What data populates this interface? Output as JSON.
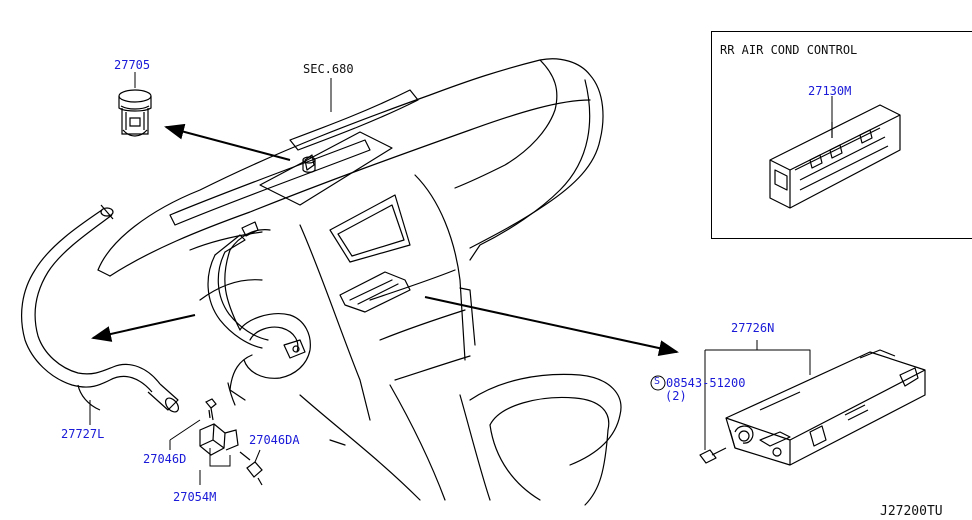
{
  "inset": {
    "title": "RR AIR COND CONTROL",
    "part": "27130M"
  },
  "labels": {
    "p27705": "27705",
    "sec680": "SEC.680",
    "p27727L": "27727L",
    "p27046D": "27046D",
    "p27046DA": "27046DA",
    "p27054M": "27054M",
    "p27726N": "27726N",
    "screw_code": "08543-51200",
    "screw_qty": "(2)",
    "screw_symbol": "S"
  },
  "diagram_code": "J27200TU",
  "colors": {
    "callout": "#1a1ad8",
    "line": "#000000",
    "background": "#ffffff"
  }
}
